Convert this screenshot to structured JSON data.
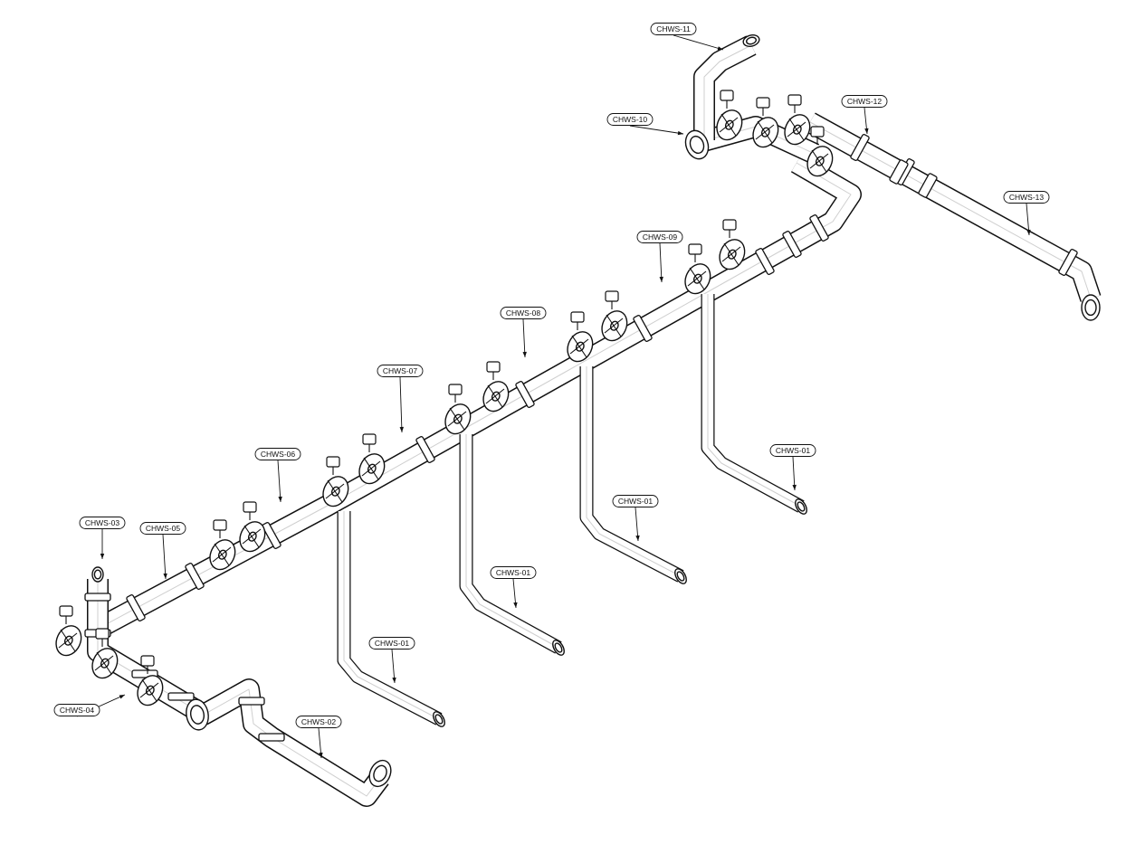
{
  "drawing": {
    "tags": [
      {
        "id": "t11",
        "text": "CHWS-11"
      },
      {
        "id": "t10",
        "text": "CHWS-10"
      },
      {
        "id": "t12",
        "text": "CHWS-12"
      },
      {
        "id": "t13",
        "text": "CHWS-13"
      },
      {
        "id": "t09",
        "text": "CHWS-09"
      },
      {
        "id": "t08",
        "text": "CHWS-08"
      },
      {
        "id": "t07",
        "text": "CHWS-07"
      },
      {
        "id": "t06",
        "text": "CHWS-06"
      },
      {
        "id": "t03",
        "text": "CHWS-03"
      },
      {
        "id": "t05",
        "text": "CHWS-05"
      },
      {
        "id": "t04",
        "text": "CHWS-04"
      },
      {
        "id": "t02",
        "text": "CHWS-02"
      },
      {
        "id": "t01a",
        "text": "CHWS-01"
      },
      {
        "id": "t01b",
        "text": "CHWS-01"
      },
      {
        "id": "t01c",
        "text": "CHWS-01"
      },
      {
        "id": "t01d",
        "text": "CHWS-01"
      }
    ]
  }
}
